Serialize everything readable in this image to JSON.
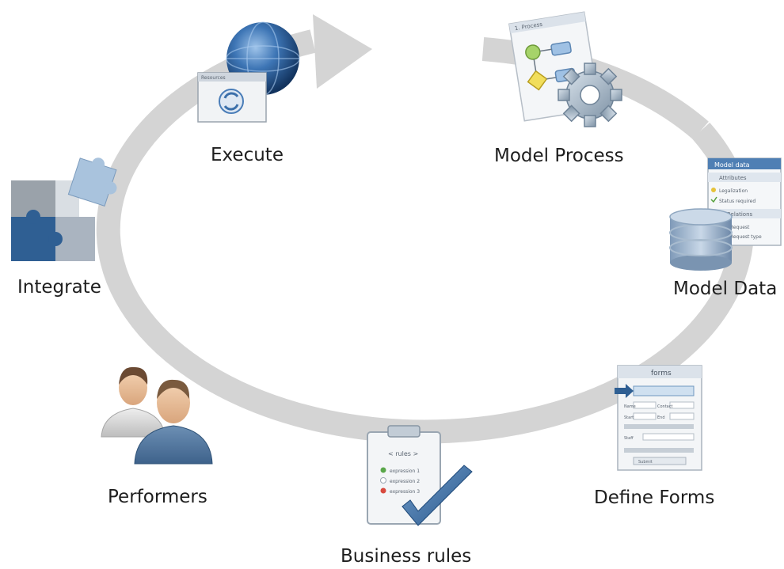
{
  "diagram": {
    "title": "",
    "steps": [
      {
        "id": "execute",
        "label": "Execute",
        "icon": "globe-refresh-window-icon"
      },
      {
        "id": "model_process",
        "label": "Model Process",
        "icon": "flowchart-gear-icon"
      },
      {
        "id": "model_data",
        "label": "Model Data",
        "icon": "database-panel-icon"
      },
      {
        "id": "define_forms",
        "label": "Define Forms",
        "icon": "form-window-icon"
      },
      {
        "id": "business_rules",
        "label": "Business rules",
        "icon": "clipboard-checkmark-icon"
      },
      {
        "id": "performers",
        "label": "Performers",
        "icon": "people-icon"
      },
      {
        "id": "integrate",
        "label": "Integrate",
        "icon": "puzzle-pieces-icon"
      }
    ],
    "flow_direction": "clockwise",
    "ring_color": "#d4d4d4",
    "accent_blue": "#2f5f93"
  },
  "icons": {
    "execute_window_title": "Resources",
    "model_process_doc_title": "1. Process",
    "model_data_panel": {
      "title": "Model data",
      "attributes_header": "Attributes",
      "rows": [
        "Legalization",
        "Status required"
      ],
      "relations_header": "Relations",
      "relation_rows": [
        "Request",
        "Request type"
      ]
    },
    "forms_window": {
      "title": "forms",
      "field_labels": [
        "Name",
        "Contact",
        "Start",
        "End",
        "Staff"
      ],
      "button_label": "Submit"
    },
    "rules_card": {
      "title": "< rules >",
      "items": [
        {
          "text": "expression 1",
          "status": "pass"
        },
        {
          "text": "expression 2",
          "status": "neutral"
        },
        {
          "text": "expression 3",
          "status": "fail"
        }
      ]
    }
  }
}
